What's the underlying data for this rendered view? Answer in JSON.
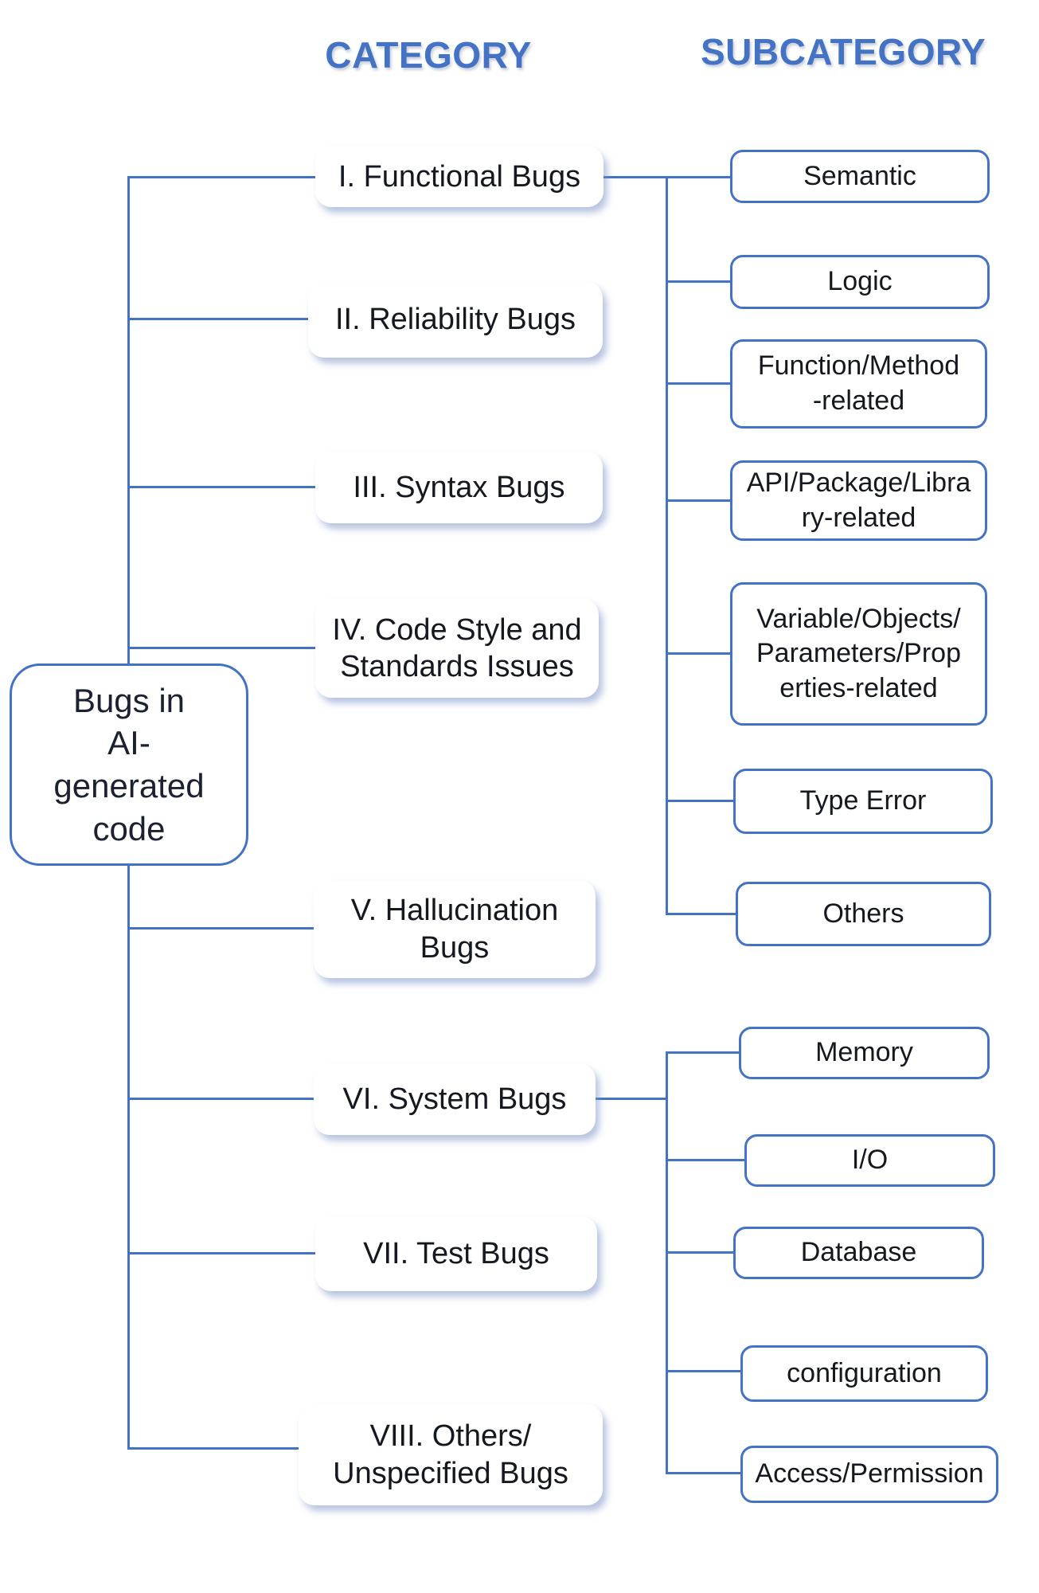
{
  "headers": {
    "category": "CATEGORY",
    "subcategory": "SUBCATEGORY"
  },
  "root_node": {
    "label": "Bugs in\nAI-\ngenerated\ncode"
  },
  "categories": [
    {
      "label": "I. Functional Bugs"
    },
    {
      "label": "II. Reliability Bugs"
    },
    {
      "label": "III. Syntax Bugs"
    },
    {
      "label": "IV. Code Style and\nStandards Issues"
    },
    {
      "label": "V. Hallucination\nBugs"
    },
    {
      "label": "VI. System Bugs"
    },
    {
      "label": "VII. Test Bugs"
    },
    {
      "label": "VIII. Others/\nUnspecified Bugs"
    }
  ],
  "subcategories_functional": [
    {
      "label": "Semantic"
    },
    {
      "label": "Logic"
    },
    {
      "label": "Function/Method\n-related"
    },
    {
      "label": "API/Package/Libra\nry-related"
    },
    {
      "label": "Variable/Objects/\nParameters/Prop\nerties-related"
    },
    {
      "label": "Type Error"
    },
    {
      "label": "Others"
    }
  ],
  "subcategories_system": [
    {
      "label": "Memory"
    },
    {
      "label": "I/O"
    },
    {
      "label": "Database"
    },
    {
      "label": "configuration"
    },
    {
      "label": "Access/Permission"
    }
  ],
  "colors": {
    "accent_blue": "#4472C4",
    "node_text": "#15181f",
    "background": "#ffffff"
  }
}
